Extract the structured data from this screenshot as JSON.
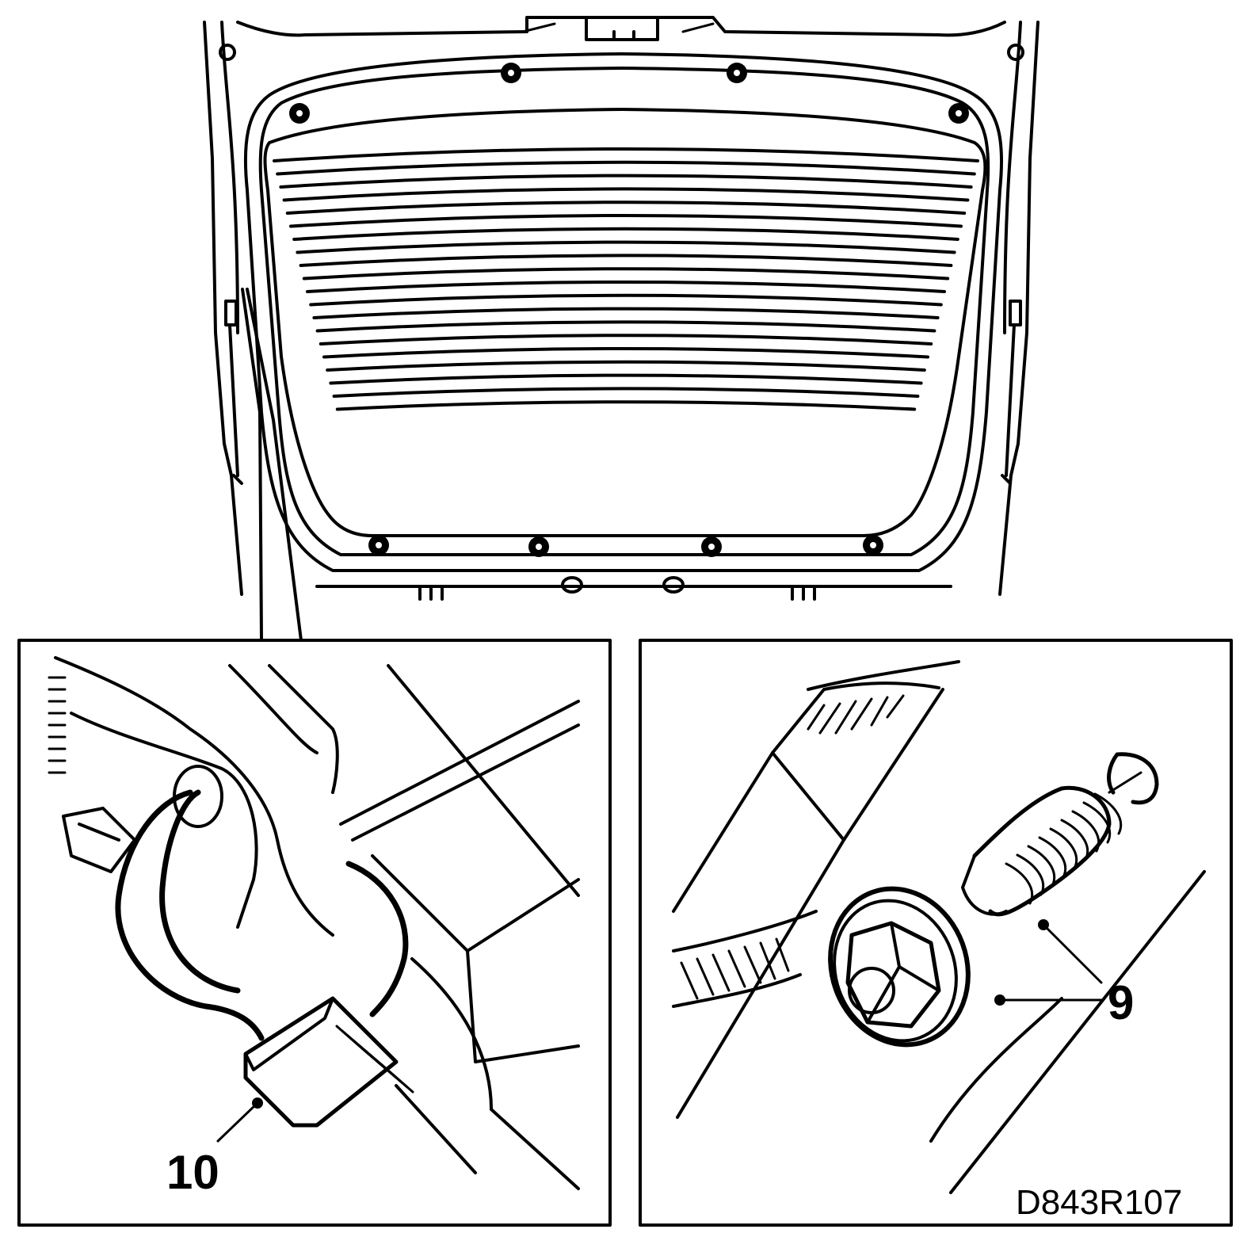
{
  "figure": {
    "callouts": [
      {
        "id": "10",
        "target": "electrical-connector"
      },
      {
        "id": "9",
        "target": "bolt-and-sealing-plug"
      }
    ],
    "drawing_code": "D843R107"
  },
  "colors": {
    "line": "#000000",
    "background": "#ffffff"
  }
}
